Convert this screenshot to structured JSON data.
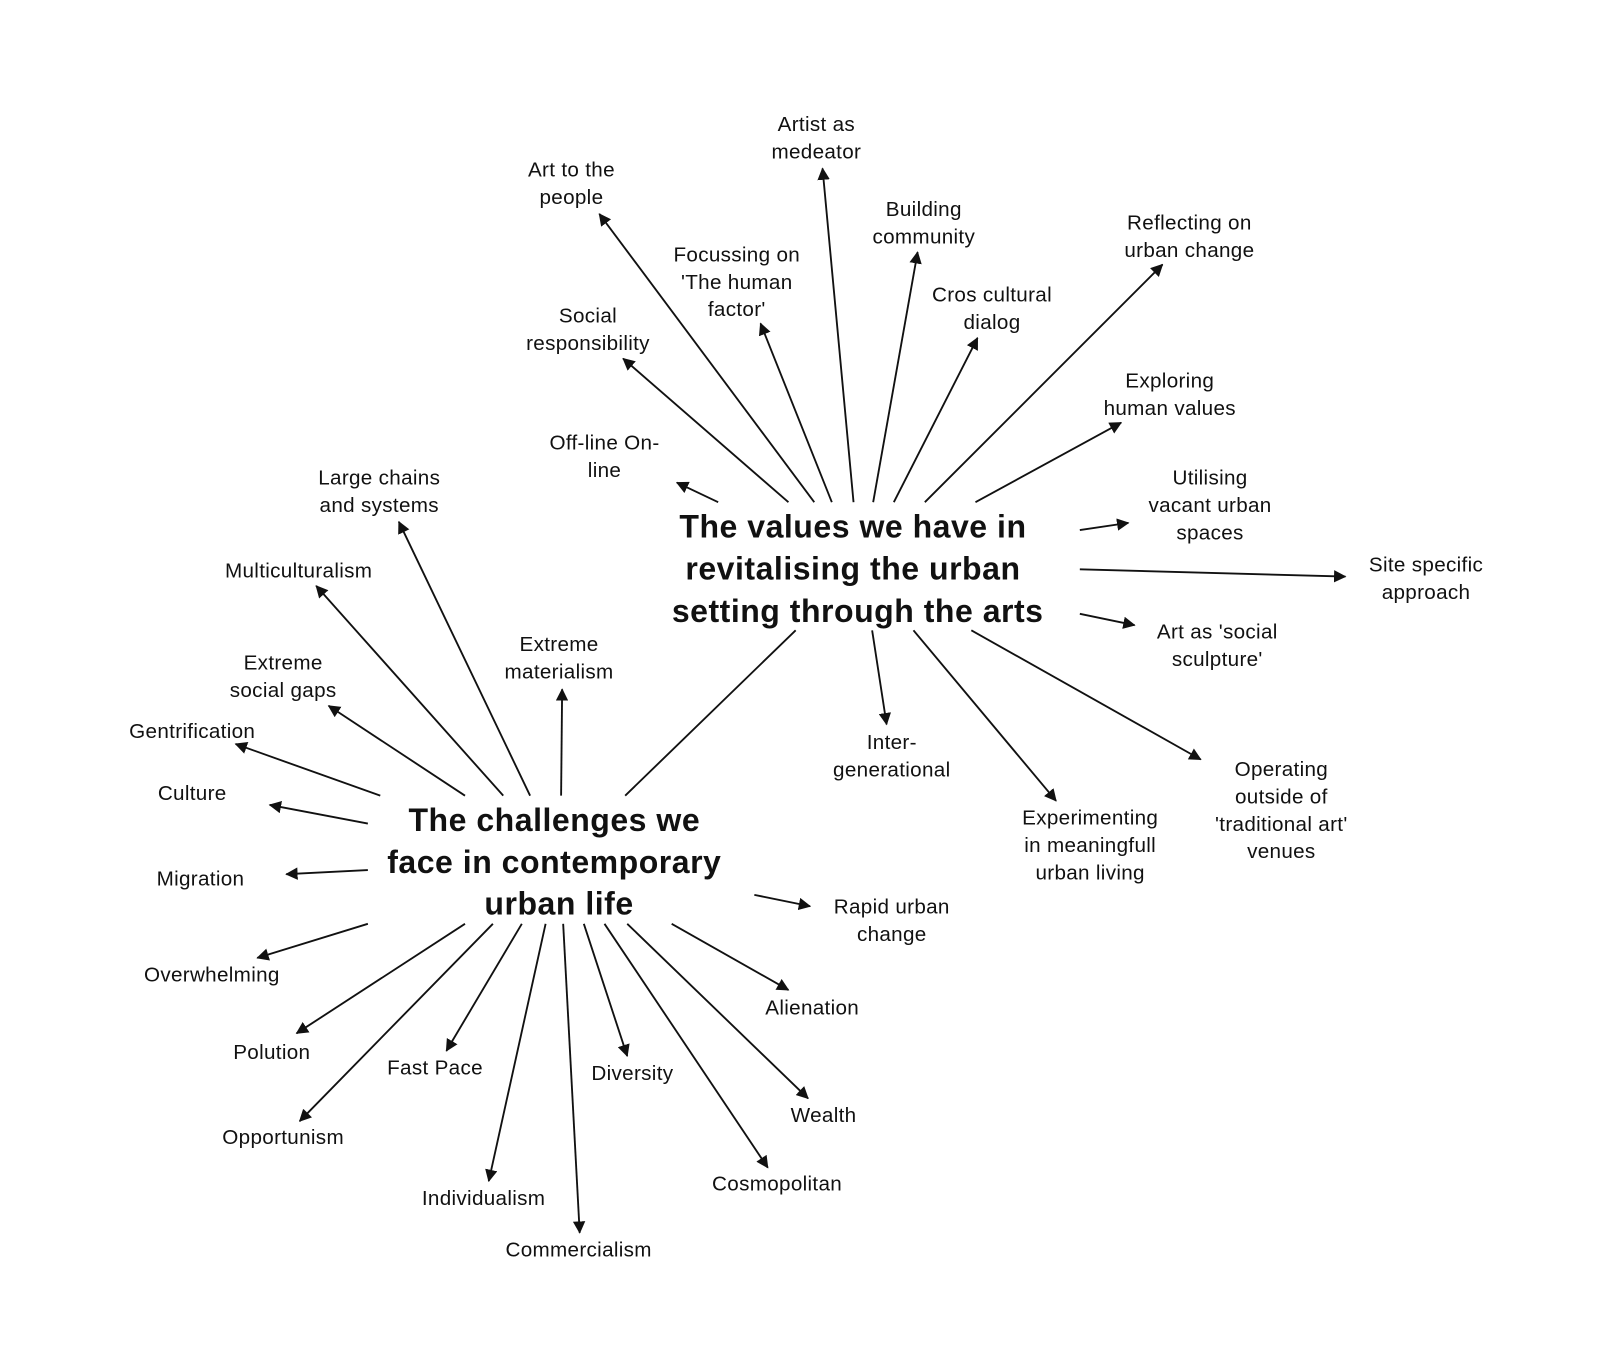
{
  "values_hub": {
    "lines": [
      "The values we have in",
      "revitalising the urban",
      "setting through the arts"
    ]
  },
  "challenges_hub": {
    "lines": [
      "The challenges we",
      "face in contemporary",
      "urban life"
    ]
  },
  "values": [
    {
      "label": [
        "Art to the",
        "people"
      ]
    },
    {
      "label": [
        "Artist as",
        "medeator"
      ]
    },
    {
      "label": [
        "Building",
        "community"
      ]
    },
    {
      "label": [
        "Focussing on",
        "'The human",
        "factor'"
      ]
    },
    {
      "label": [
        "Social",
        "responsibility"
      ]
    },
    {
      "label": [
        "Cros cultural",
        "dialog"
      ]
    },
    {
      "label": [
        "Reflecting on",
        "urban change"
      ]
    },
    {
      "label": [
        "Exploring",
        "human values"
      ]
    },
    {
      "label": [
        "Off-line On-",
        "line"
      ]
    },
    {
      "label": [
        "Utilising",
        "vacant urban",
        "spaces"
      ]
    },
    {
      "label": [
        "Site specific",
        "approach"
      ]
    },
    {
      "label": [
        "Art as 'social",
        "sculpture'"
      ]
    },
    {
      "label": [
        "Inter-",
        "generational"
      ]
    },
    {
      "label": [
        "Experimenting",
        "in meaningfull",
        "urban living"
      ]
    },
    {
      "label": [
        "Operating",
        "outside of",
        "'traditional art'",
        "venues"
      ]
    }
  ],
  "challenges": [
    {
      "label": [
        "Large chains",
        "and systems"
      ]
    },
    {
      "label": [
        "Multiculturalism"
      ]
    },
    {
      "label": [
        "Extreme",
        "materialism"
      ]
    },
    {
      "label": [
        "Extreme",
        "social gaps"
      ]
    },
    {
      "label": [
        "Gentrification"
      ]
    },
    {
      "label": [
        "Culture"
      ]
    },
    {
      "label": [
        "Migration"
      ]
    },
    {
      "label": [
        "Overwhelming"
      ]
    },
    {
      "label": [
        "Polution"
      ]
    },
    {
      "label": [
        "Opportunism"
      ]
    },
    {
      "label": [
        "Fast Pace"
      ]
    },
    {
      "label": [
        "Individualism"
      ]
    },
    {
      "label": [
        "Commercialism"
      ]
    },
    {
      "label": [
        "Diversity"
      ]
    },
    {
      "label": [
        "Cosmopolitan"
      ]
    },
    {
      "label": [
        "Wealth"
      ]
    },
    {
      "label": [
        "Alienation"
      ]
    },
    {
      "label": [
        "Rapid urban",
        "change"
      ]
    }
  ]
}
